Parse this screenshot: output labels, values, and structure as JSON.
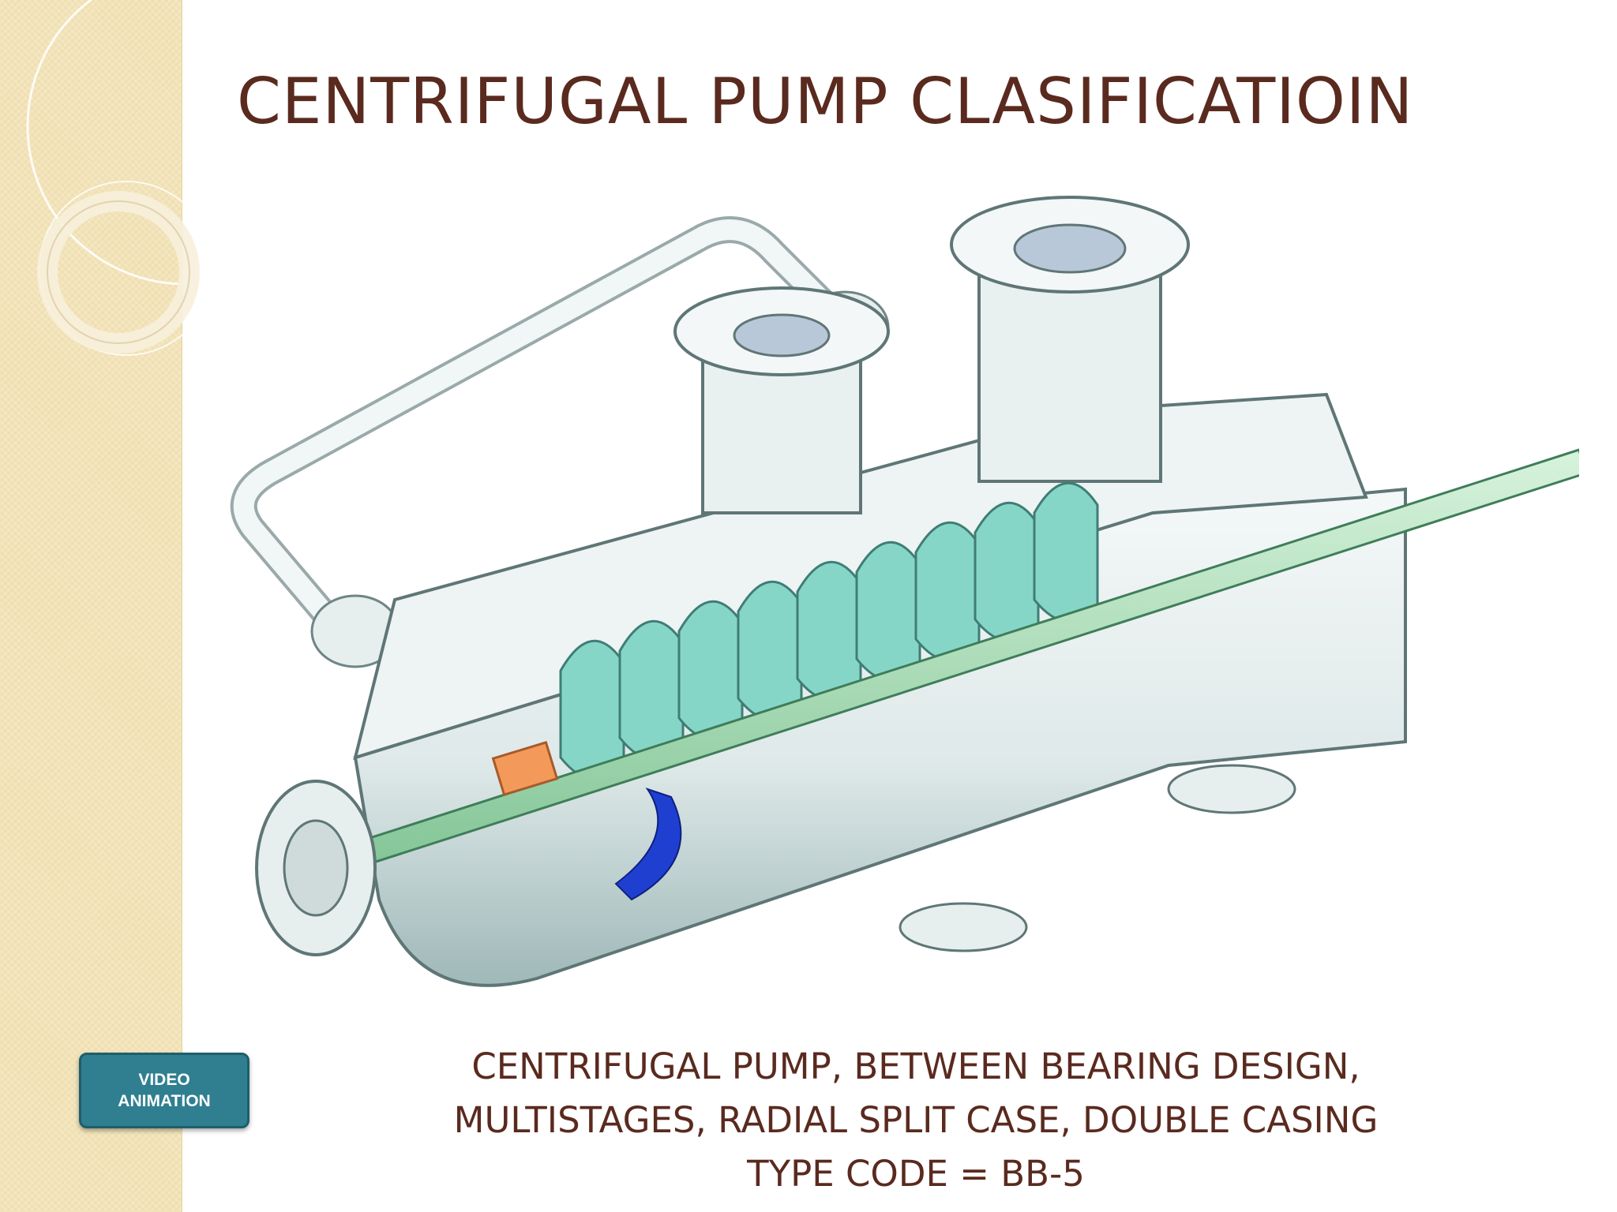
{
  "slide": {
    "title": "CENTRIFUGAL PUMP CLASIFICATIOIN",
    "caption_lines": [
      "CENTRIFUGAL PUMP, BETWEEN BEARING DESIGN,",
      "MULTISTAGES, RADIAL SPLIT CASE, DOUBLE CASING",
      "TYPE CODE = BB-5"
    ],
    "video_button": {
      "line1": "VIDEO",
      "line2": "ANIMATION"
    }
  },
  "illustration": {
    "icon": "pump-cutaway-illustration",
    "stage_count": 9
  },
  "colors": {
    "title": "#5a2a1f",
    "sidebar": "#f2e3b8",
    "button": "#2f7f90",
    "impeller": "#7fd1c4",
    "casing": "#e8eeee"
  }
}
